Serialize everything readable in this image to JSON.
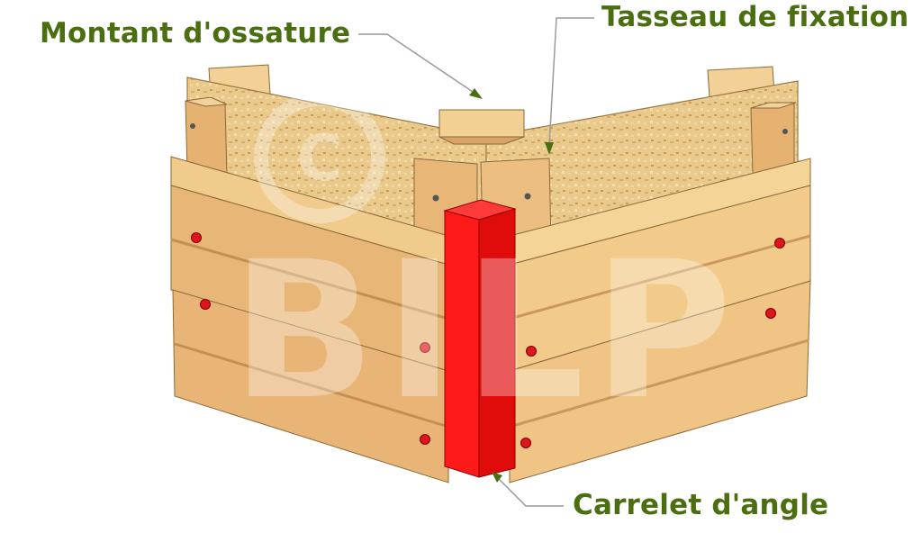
{
  "labels": {
    "montant": "Montant d'ossature",
    "tasseau": "Tasseau de fixation",
    "carrelet": "Carrelet d'angle"
  },
  "watermark": "BILP",
  "colors": {
    "label_text": "#4a6e10",
    "leader_line": "#9a9a9a",
    "leader_arrow": "#4a6e10",
    "wood_light": "#f0c98a",
    "wood_mid": "#e6b070",
    "wood_dark": "#cf9a5a",
    "osb": "#e8c88a",
    "corner_post": "#ff1a1a",
    "corner_post_side": "#e00c0c",
    "peg": "#e0151b"
  }
}
